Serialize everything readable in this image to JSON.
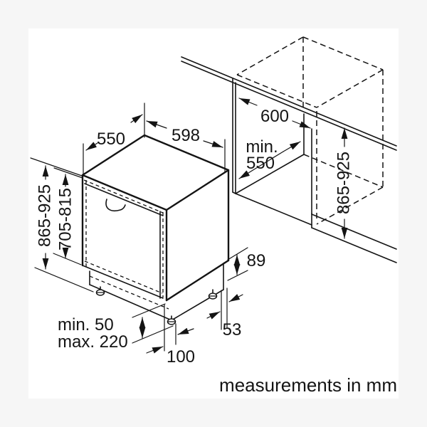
{
  "note": "measurements in mm",
  "colors": {
    "background": "#f6f6f6",
    "panel": "#ffffff",
    "line": "#141414"
  },
  "labels": {
    "appliance_depth": "550",
    "appliance_width": "598",
    "niche_width": "600",
    "niche_depth_min_word": "min.",
    "niche_depth_min_value": "550",
    "appliance_height": "865-925",
    "door_panel_height": "705-815",
    "niche_height": "865-925",
    "plinth_cover_height": "89",
    "plinth_gap_min": "min. 50",
    "plinth_gap_max": "max. 220",
    "front_foot_setback": "100",
    "rear_foot_setback": "53"
  }
}
